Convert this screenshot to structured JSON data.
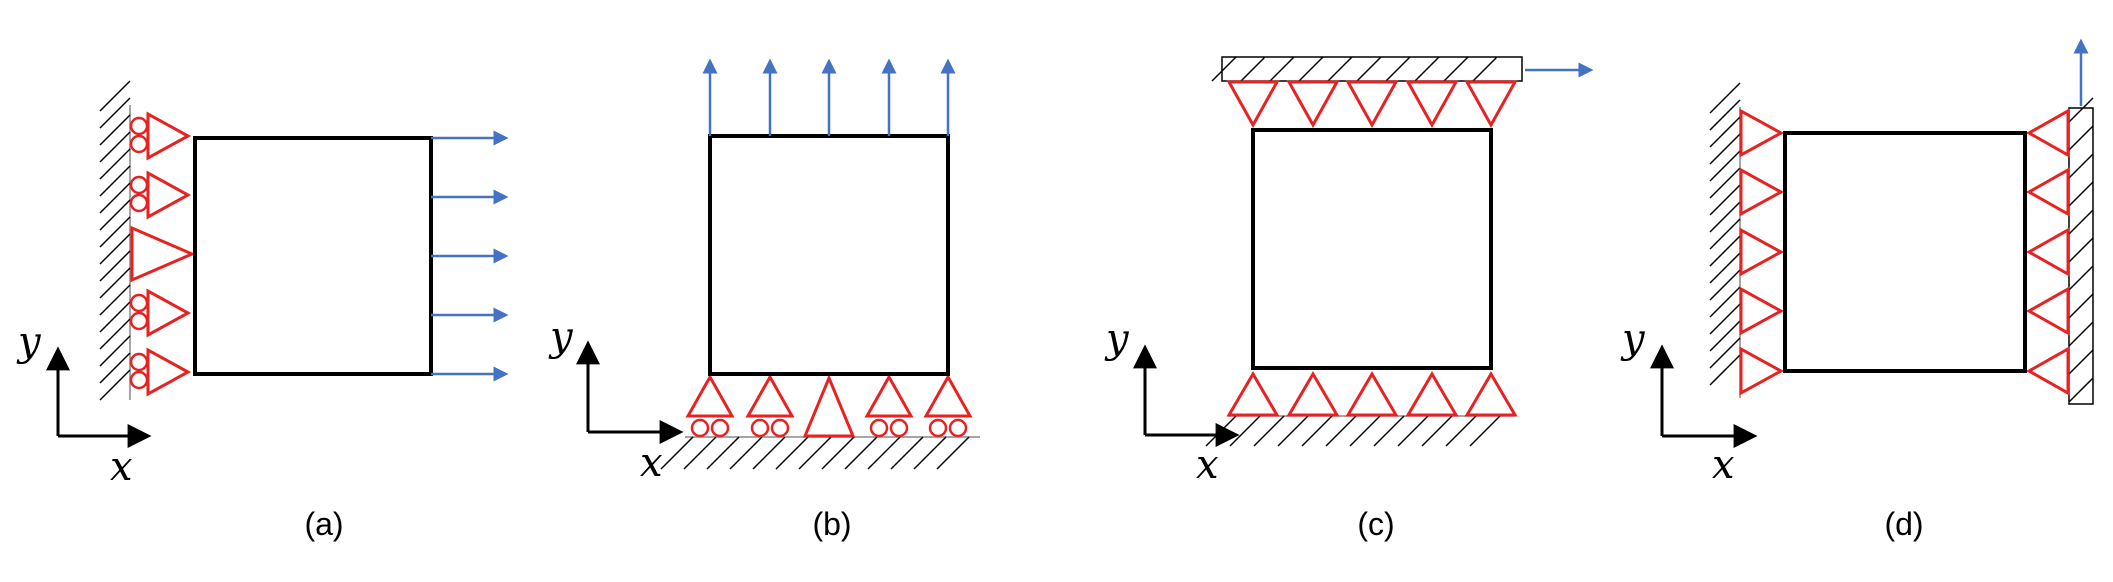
{
  "colors": {
    "outline": "#000000",
    "support": "#e82222",
    "load": "#4472c4",
    "hatch": "#000000"
  },
  "panels": [
    {
      "id": "a",
      "caption": "(a)",
      "axis_x": "x",
      "axis_y": "y",
      "supports": [
        "roller",
        "roller",
        "pin",
        "roller",
        "roller"
      ],
      "support_side": "left",
      "load_direction": "+x",
      "load_count": 5
    },
    {
      "id": "b",
      "caption": "(b)",
      "axis_x": "x",
      "axis_y": "y",
      "supports": [
        "roller",
        "roller",
        "pin",
        "roller",
        "roller"
      ],
      "support_side": "bottom",
      "load_direction": "+y",
      "load_count": 5
    },
    {
      "id": "c",
      "caption": "(c)",
      "axis_x": "x",
      "axis_y": "y",
      "supports": [
        "pin",
        "pin",
        "pin",
        "pin",
        "pin"
      ],
      "support_side": "top-and-bottom",
      "load_direction": "+x (top plate)",
      "load_count": 1
    },
    {
      "id": "d",
      "caption": "(d)",
      "axis_x": "x",
      "axis_y": "y",
      "supports": [
        "pin",
        "pin",
        "pin",
        "pin",
        "pin"
      ],
      "support_side": "left-and-right",
      "load_direction": "+y (right plate)",
      "load_count": 1
    }
  ]
}
